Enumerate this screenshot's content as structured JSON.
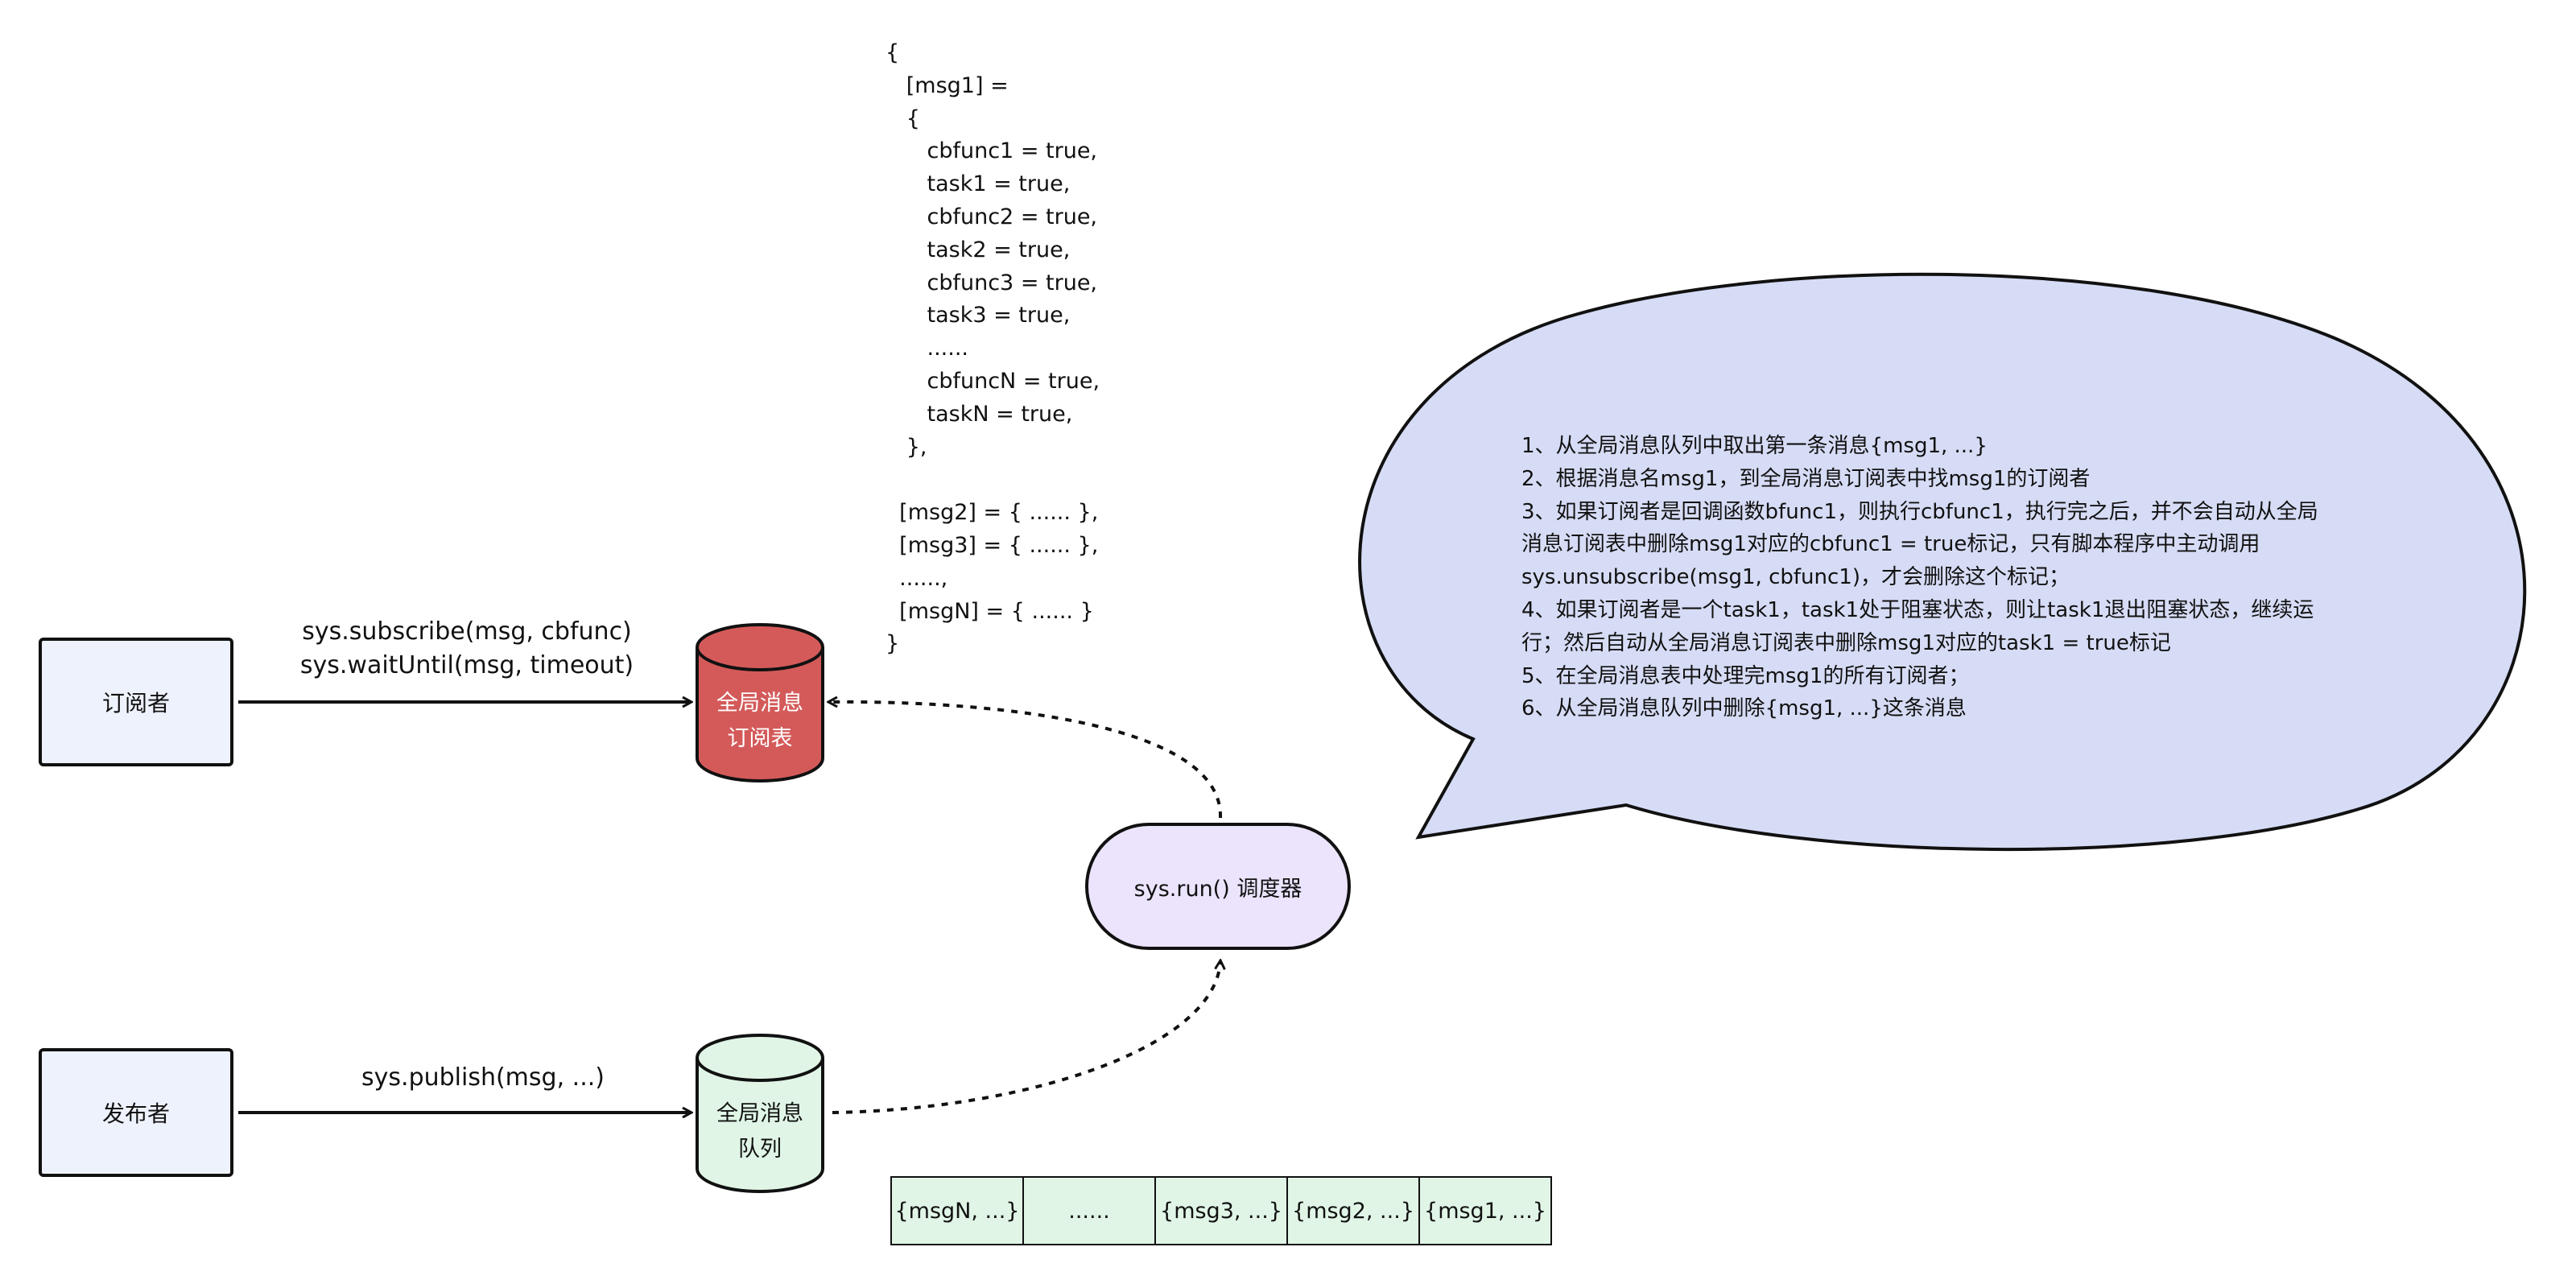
{
  "subscriber": {
    "label": "订阅者"
  },
  "publisher": {
    "label": "发布者"
  },
  "subscribe_edge": {
    "line1": "sys.subscribe(msg, cbfunc)",
    "line2": "sys.waitUntil(msg, timeout)"
  },
  "publish_edge": {
    "label": "sys.publish(msg, ...)"
  },
  "sub_table": {
    "line1": "全局消息",
    "line2": "订阅表",
    "color": "#d45a5a"
  },
  "msg_queue": {
    "line1": "全局消息",
    "line2": "队列",
    "color": "#e0f5e6"
  },
  "scheduler": {
    "label": "sys.run() 调度器"
  },
  "table_code": [
    "{",
    "   [msg1] =",
    "   {",
    "      cbfunc1 = true,",
    "      task1 = true,",
    "      cbfunc2 = true,",
    "      task2 = true,",
    "      cbfunc3 = true,",
    "      task3 = true,",
    "      ......",
    "      cbfuncN = true,",
    "      taskN = true,",
    "   },",
    "",
    "  [msg2] = { ...... },",
    "  [msg3] = { ...... },",
    "  ......,",
    "  [msgN] = { ...... }",
    "}"
  ],
  "queue_cells": [
    "{msgN, ...}",
    "......",
    "{msg3, ...}",
    "{msg2, ...}",
    "{msg1, ...}"
  ],
  "callout": {
    "color": "#d6dcf5",
    "lines": [
      "1、从全局消息队列中取出第一条消息{msg1, ...}",
      "2、根据消息名msg1，到全局消息订阅表中找msg1的订阅者",
      "3、如果订阅者是回调函数bfunc1，则执行cbfunc1，执行完之后，并不会自动从全局",
      "消息订阅表中删除msg1对应的cbfunc1 = true标记，只有脚本程序中主动调用",
      "sys.unsubscribe(msg1, cbfunc1)，才会删除这个标记；",
      "4、如果订阅者是一个task1，task1处于阻塞状态，则让task1退出阻塞状态，继续运",
      "行；然后自动从全局消息订阅表中删除msg1对应的task1 = true标记",
      "5、在全局消息表中处理完msg1的所有订阅者；",
      "6、从全局消息队列中删除{msg1, ...}这条消息"
    ]
  }
}
